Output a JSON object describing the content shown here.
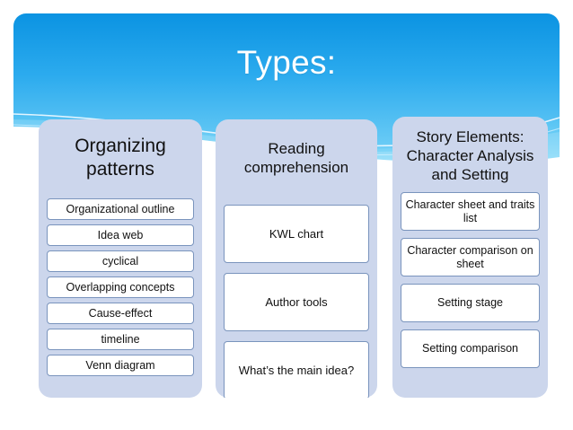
{
  "slide": {
    "title": "Types:",
    "title_color": "#ffffff",
    "header_gradient_top": "#0d96e3",
    "header_gradient_bottom": "#63caf5",
    "panel_fill": "#ccd6ec",
    "item_border": "#7a94bd",
    "item_fill": "#ffffff",
    "text_color": "#111111"
  },
  "columns": [
    {
      "title": "Organizing patterns",
      "items": [
        "Organizational outline",
        "Idea web",
        "cyclical",
        "Overlapping concepts",
        "Cause-effect",
        "timeline",
        "Venn diagram"
      ]
    },
    {
      "title": "Reading comprehension",
      "items": [
        "KWL chart",
        "Author tools",
        "What’s the main idea?"
      ]
    },
    {
      "title": "Story Elements: Character Analysis and Setting",
      "items": [
        "Character sheet and traits list",
        "Character comparison on sheet",
        "Setting stage",
        "Setting comparison"
      ]
    }
  ]
}
